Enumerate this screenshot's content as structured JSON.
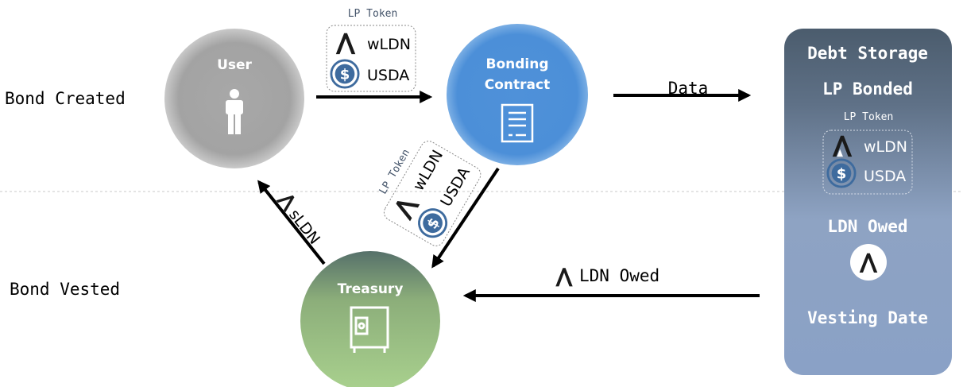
{
  "rows": {
    "created": "Bond Created",
    "vested": "Bond Vested"
  },
  "nodes": {
    "user": {
      "label": "User"
    },
    "bonding": {
      "line1": "Bonding",
      "line2": "Contract"
    },
    "treasury": {
      "label": "Treasury"
    }
  },
  "lp_box_top": {
    "title": "LP Token",
    "token1": "wLDN",
    "token2": "USDA"
  },
  "lp_box_diag": {
    "title": "LP Token",
    "token1": "wLDN",
    "token2": "USDA"
  },
  "edges": {
    "data": "Data",
    "sldn": "sLDN",
    "ldn_owed": "LDN Owed"
  },
  "debt_storage": {
    "title": "Debt Storage",
    "lp_bonded": "LP Bonded",
    "lp_title": "LP Token",
    "token1": "wLDN",
    "token2": "USDA",
    "ldn_owed": "LDN Owed",
    "vesting_date": "Vesting Date"
  },
  "colors": {
    "user": "#a6a6a6",
    "bonding": "#4f91d9",
    "treasury_top": "#5f7c73",
    "treasury_bottom": "#a9d18e",
    "storage_top": "#4a5d70",
    "storage_bottom": "#8ca3c7",
    "coin": "#3e6b9e"
  }
}
